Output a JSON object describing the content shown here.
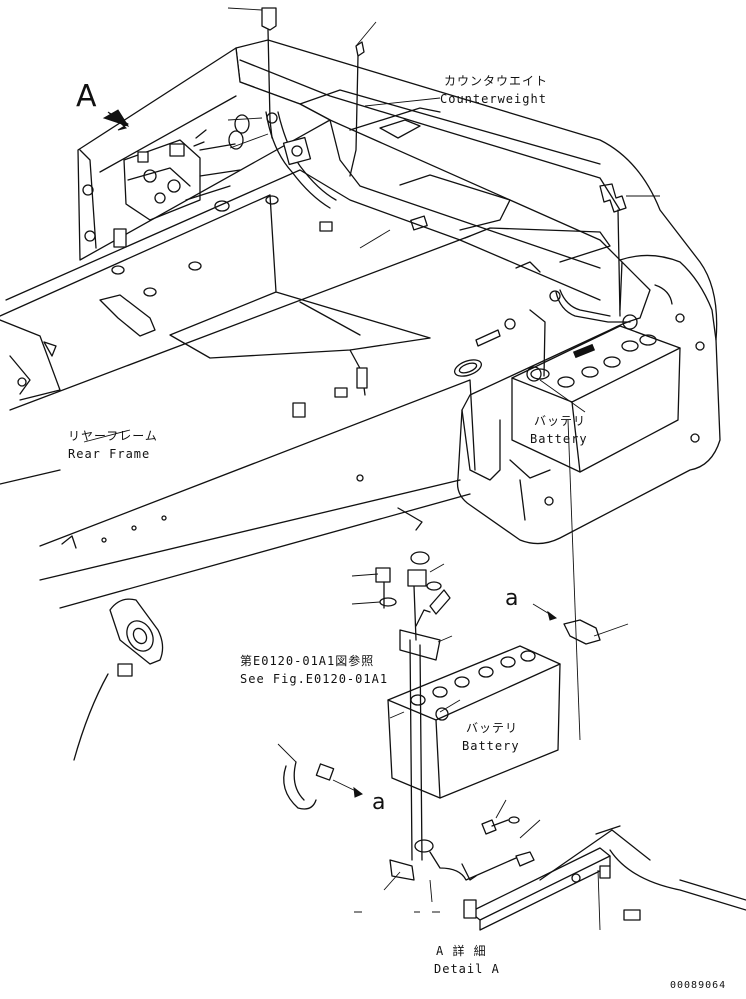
{
  "labels": {
    "counterweight_jp": "カウンタウエイト",
    "counterweight_en": "Counterweight",
    "rear_frame_jp": "リヤーフレーム",
    "rear_frame_en": "Rear Frame",
    "battery_upper_jp": "バッテリ",
    "battery_upper_en": "Battery",
    "battery_lower_jp": "バッテリ",
    "battery_lower_en": "Battery",
    "see_fig_jp": "第E0120-01A1図参照",
    "see_fig_en": "See Fig.E0120-01A1",
    "detail_jp": "A 詳 細",
    "detail_en": "Detail A",
    "view_letter": "A",
    "ref_a_upper": "a",
    "ref_a_lower": "a",
    "drawing_number": "00089064"
  }
}
